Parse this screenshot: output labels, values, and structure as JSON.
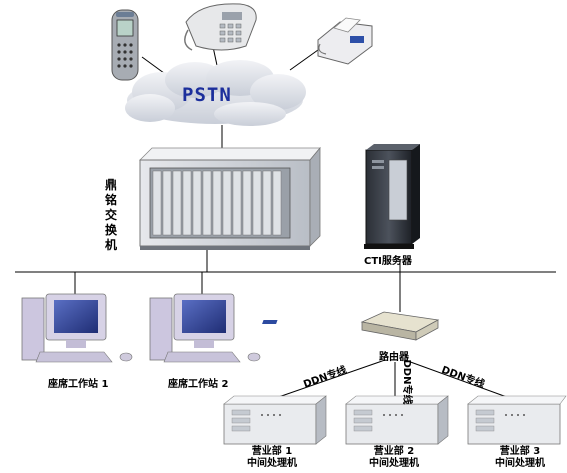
{
  "network": {
    "pstn_label": "PSTN",
    "switch_label": "鼎铭交换机",
    "cti_server_label": "CTI服务器",
    "router_label": "路由器",
    "workstations": [
      {
        "label": "座席工作站 1"
      },
      {
        "label": "座席工作站 2"
      }
    ],
    "links": {
      "left": "DDN专线",
      "middle": "DDN专线",
      "right": "DDN专线"
    },
    "branches": [
      {
        "line1": "营业部 1",
        "line2": "中间处理机"
      },
      {
        "line1": "营业部 2",
        "line2": "中间处理机"
      },
      {
        "line1": "营业部 3",
        "line2": "中间处理机"
      }
    ]
  },
  "colors": {
    "pstn_text": "#1c2f9c",
    "cloud": "#dfe3ea",
    "lines": "#000000",
    "monitor_case": "#d7d2e6",
    "screen": "#3a4fa0"
  }
}
